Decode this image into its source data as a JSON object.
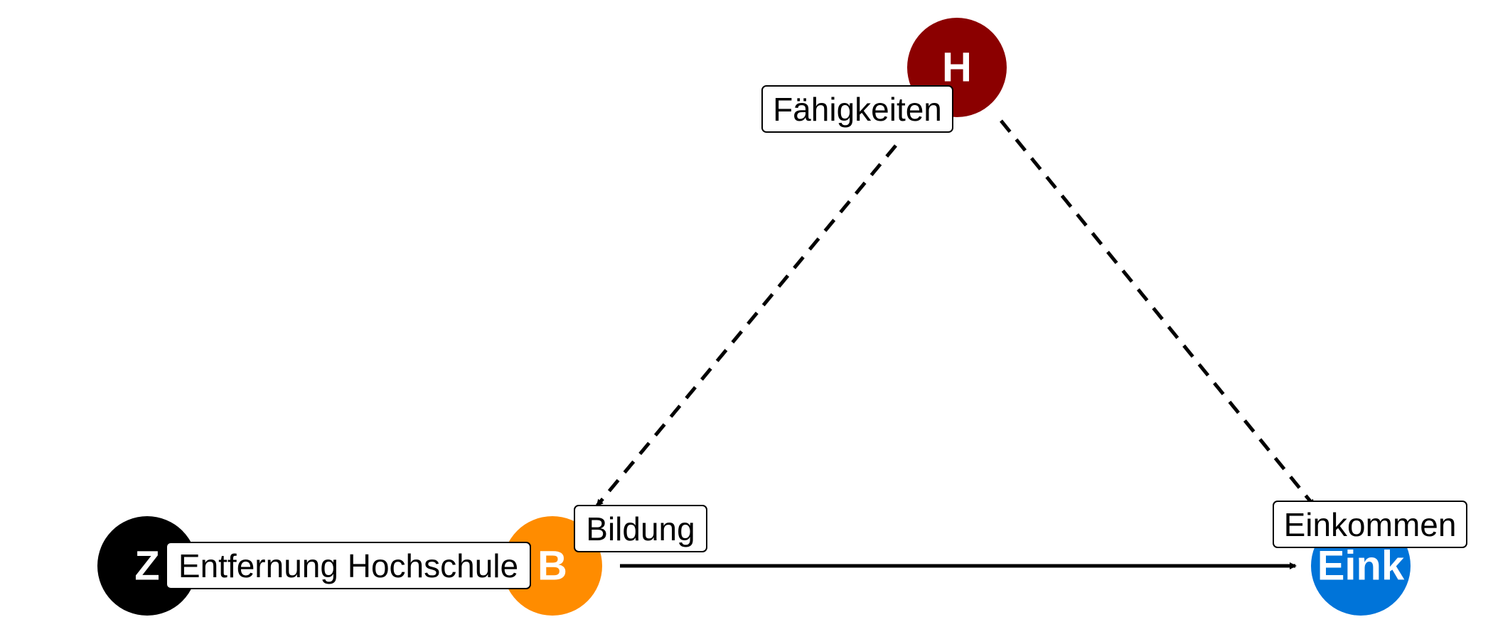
{
  "nodes": {
    "z": {
      "letter": "Z",
      "label": "Entfernung Hochschule",
      "color": "#000000"
    },
    "b": {
      "letter": "B",
      "label": "Bildung",
      "color": "#FF8C00"
    },
    "h": {
      "letter": "H",
      "label": "Fähigkeiten",
      "color": "#8B0000"
    },
    "eink": {
      "letter": "Eink",
      "label": "Einkommen",
      "color": "#0074D9"
    }
  },
  "edges": [
    {
      "from": "h",
      "to": "b",
      "style": "dashed"
    },
    {
      "from": "h",
      "to": "eink",
      "style": "dashed"
    },
    {
      "from": "b",
      "to": "eink",
      "style": "solid"
    }
  ]
}
